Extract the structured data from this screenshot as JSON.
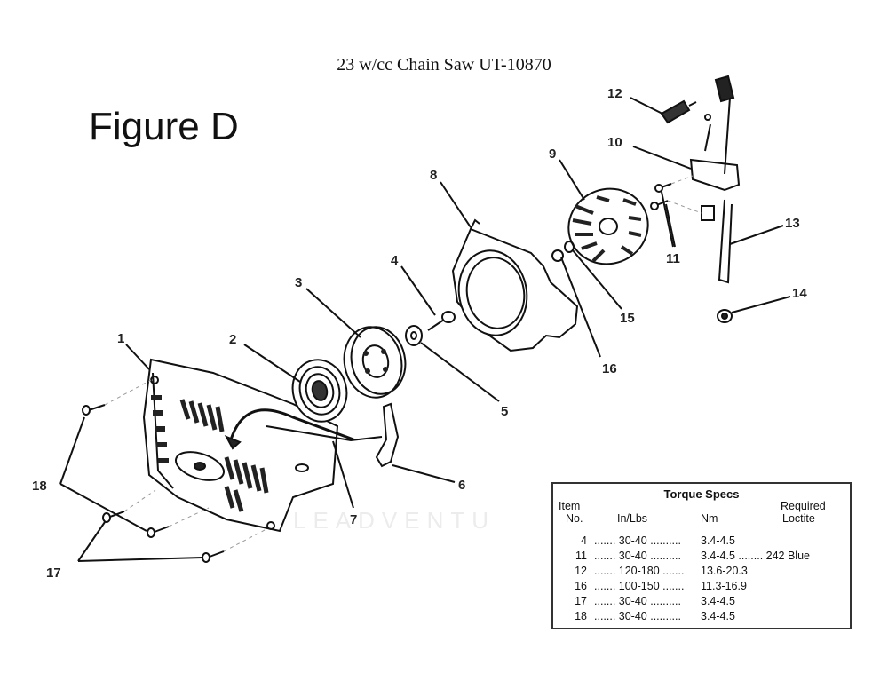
{
  "title": "23 w/cc Chain Saw UT-10870",
  "figure_label": "Figure D",
  "watermark": "LEADVENTU",
  "callouts": {
    "c1": "1",
    "c2": "2",
    "c3": "3",
    "c4": "4",
    "c5": "5",
    "c6": "6",
    "c7": "7",
    "c8": "8",
    "c9": "9",
    "c10": "10",
    "c11": "11",
    "c12": "12",
    "c13": "13",
    "c14": "14",
    "c15": "15",
    "c16": "16",
    "c17": "17",
    "c18": "18"
  },
  "torque": {
    "title": "Torque Specs",
    "headers": {
      "item_line1": "Item",
      "item_line2": "No.",
      "inlbs": "In/Lbs",
      "nm": "Nm",
      "loctite_line1": "Required",
      "loctite_line2": "Loctite"
    },
    "rows": [
      {
        "item": "4",
        "inlbs": "....... 30-40 ..........",
        "nm": "3.4-4.5",
        "loctite": ""
      },
      {
        "item": "11",
        "inlbs": "....... 30-40 ..........",
        "nm": "3.4-4.5 ........ 242 Blue",
        "loctite": ""
      },
      {
        "item": "12",
        "inlbs": "....... 120-180 .......",
        "nm": "13.6-20.3",
        "loctite": ""
      },
      {
        "item": "16",
        "inlbs": "....... 100-150 .......",
        "nm": "11.3-16.9",
        "loctite": ""
      },
      {
        "item": "17",
        "inlbs": "....... 30-40 ..........",
        "nm": "3.4-4.5",
        "loctite": ""
      },
      {
        "item": "18",
        "inlbs": "....... 30-40 ..........",
        "nm": "3.4-4.5",
        "loctite": ""
      }
    ]
  }
}
